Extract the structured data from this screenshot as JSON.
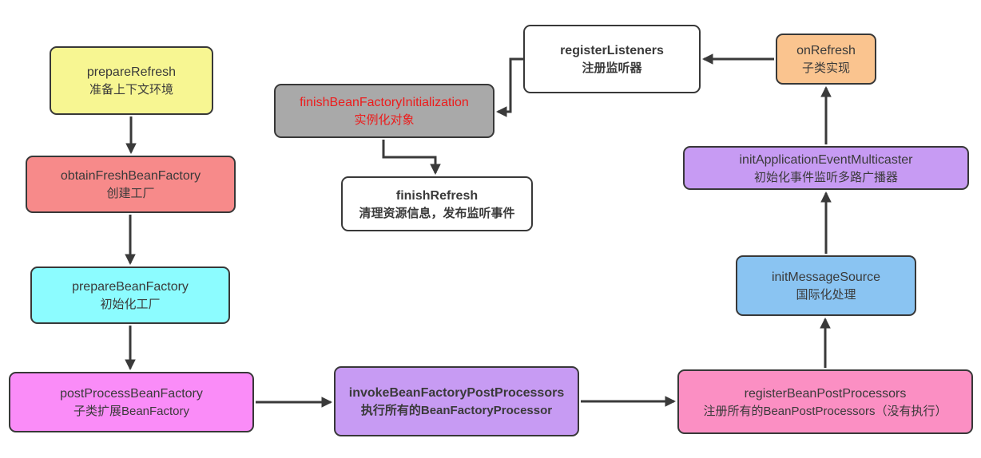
{
  "diagram": {
    "background_color": "#FFFFFF",
    "connector_color": "#3A3A3A",
    "nodes": [
      {
        "id": "prepare-refresh",
        "label": "prepareRefresh",
        "sublabel": "准备上下文环境",
        "fill": "#F7F692",
        "text_color": "#3A3A3A",
        "bold": false
      },
      {
        "id": "obtain-fresh-bean-factory",
        "label": "obtainFreshBeanFactory",
        "sublabel": "创建工厂",
        "fill": "#F78A8A",
        "text_color": "#3A3A3A",
        "bold": false
      },
      {
        "id": "prepare-bean-factory",
        "label": "prepareBeanFactory",
        "sublabel": "初始化工厂",
        "fill": "#8CFCFF",
        "text_color": "#3A3A3A",
        "bold": false
      },
      {
        "id": "post-process-bean-factory",
        "label": "postProcessBeanFactory",
        "sublabel": "子类扩展BeanFactory",
        "fill": "#FA8CF8",
        "text_color": "#3A3A3A",
        "bold": false
      },
      {
        "id": "invoke-bean-factory-post-processors",
        "label": "invokeBeanFactoryPostProcessors",
        "sublabel": "执行所有的BeanFactoryProcessor",
        "fill": "#C79BF3",
        "text_color": "#3A3A3A",
        "bold": true
      },
      {
        "id": "register-bean-post-processors",
        "label": "registerBeanPostProcessors",
        "sublabel": "注册所有的BeanPostProcessors（没有执行）",
        "fill": "#FB8FC3",
        "text_color": "#3A3A3A",
        "bold": false
      },
      {
        "id": "init-message-source",
        "label": "initMessageSource",
        "sublabel": "国际化处理",
        "fill": "#8AC4F2",
        "text_color": "#3A3A3A",
        "bold": false
      },
      {
        "id": "init-application-event-multicaster",
        "label": "initApplicationEventMulticaster",
        "sublabel": "初始化事件监听多路广播器",
        "fill": "#C79BF3",
        "text_color": "#3A3A3A",
        "bold": false
      },
      {
        "id": "on-refresh",
        "label": "onRefresh",
        "sublabel": "子类实现",
        "fill": "#FAC48F",
        "text_color": "#3A3A3A",
        "bold": false
      },
      {
        "id": "register-listeners",
        "label": "registerListeners",
        "sublabel": "注册监听器",
        "fill": "#FFFFFF",
        "text_color": "#3A3A3A",
        "bold": true
      },
      {
        "id": "finish-bean-factory-initialization",
        "label": "finishBeanFactoryInitialization",
        "sublabel": "实例化对象",
        "fill": "#A9A9A9",
        "text_color": "#EC1C1C",
        "bold": false
      },
      {
        "id": "finish-refresh",
        "label": "finishRefresh",
        "sublabel": "清理资源信息，发布监听事件",
        "fill": "#FFFFFF",
        "text_color": "#3A3A3A",
        "bold": true
      }
    ],
    "edges": [
      {
        "from": "prepareRefresh",
        "to": "obtainFreshBeanFactory"
      },
      {
        "from": "obtainFreshBeanFactory",
        "to": "prepareBeanFactory"
      },
      {
        "from": "prepareBeanFactory",
        "to": "postProcessBeanFactory"
      },
      {
        "from": "postProcessBeanFactory",
        "to": "invokeBeanFactoryPostProcessors"
      },
      {
        "from": "invokeBeanFactoryPostProcessors",
        "to": "registerBeanPostProcessors"
      },
      {
        "from": "registerBeanPostProcessors",
        "to": "initMessageSource"
      },
      {
        "from": "initMessageSource",
        "to": "initApplicationEventMulticaster"
      },
      {
        "from": "initApplicationEventMulticaster",
        "to": "onRefresh"
      },
      {
        "from": "onRefresh",
        "to": "registerListeners"
      },
      {
        "from": "registerListeners",
        "to": "finishBeanFactoryInitialization"
      },
      {
        "from": "finishBeanFactoryInitialization",
        "to": "finishRefresh"
      }
    ]
  }
}
